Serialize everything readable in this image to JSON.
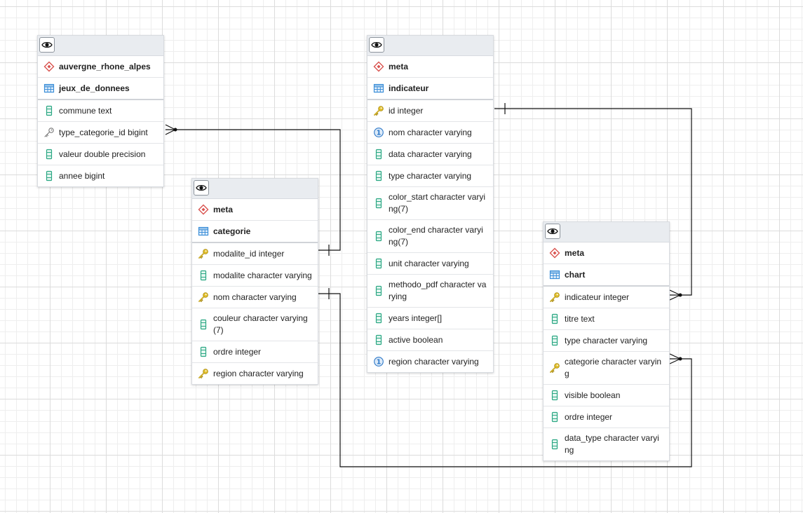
{
  "tables": [
    {
      "schema": "auvergne_rhone_alpes",
      "name": "jeux_de_donnees",
      "columns": [
        {
          "label": "commune text",
          "icon": "column-icon"
        },
        {
          "label": "type_categorie_id bigint",
          "icon": "foreign-key-icon"
        },
        {
          "label": "valeur double precision",
          "icon": "column-icon"
        },
        {
          "label": "annee bigint",
          "icon": "column-icon"
        }
      ]
    },
    {
      "schema": "meta",
      "name": "categorie",
      "columns": [
        {
          "label": "modalite_id integer",
          "icon": "primary-key-icon"
        },
        {
          "label": "modalite character varying",
          "icon": "column-icon"
        },
        {
          "label": "nom character varying",
          "icon": "primary-key-icon"
        },
        {
          "label": "couleur character varying (7)",
          "icon": "column-icon"
        },
        {
          "label": "ordre integer",
          "icon": "column-icon"
        },
        {
          "label": "region character varying",
          "icon": "primary-key-icon"
        }
      ]
    },
    {
      "schema": "meta",
      "name": "indicateur",
      "columns": [
        {
          "label": "id integer",
          "icon": "primary-key-icon"
        },
        {
          "label": "nom character varying",
          "icon": "unique-icon"
        },
        {
          "label": "data character varying",
          "icon": "column-icon"
        },
        {
          "label": "type character varying",
          "icon": "column-icon"
        },
        {
          "label": "color_start character varying(7)",
          "icon": "column-icon"
        },
        {
          "label": "color_end character varying(7)",
          "icon": "column-icon"
        },
        {
          "label": "unit character varying",
          "icon": "column-icon"
        },
        {
          "label": "methodo_pdf character varying",
          "icon": "column-icon"
        },
        {
          "label": "years integer[]",
          "icon": "column-icon"
        },
        {
          "label": "active boolean",
          "icon": "column-icon"
        },
        {
          "label": "region character varying",
          "icon": "unique-icon"
        }
      ]
    },
    {
      "schema": "meta",
      "name": "chart",
      "columns": [
        {
          "label": "indicateur integer",
          "icon": "primary-key-icon"
        },
        {
          "label": "titre text",
          "icon": "column-icon"
        },
        {
          "label": "type character varying",
          "icon": "column-icon"
        },
        {
          "label": "categorie character varying",
          "icon": "primary-key-icon"
        },
        {
          "label": "visible boolean",
          "icon": "column-icon"
        },
        {
          "label": "ordre integer",
          "icon": "column-icon"
        },
        {
          "label": "data_type character varying",
          "icon": "column-icon"
        }
      ]
    }
  ],
  "colors": {
    "schema_icon": "#d9534f",
    "table_icon": "#3b8ed8",
    "column_icon": "#2aa783",
    "primary_key_icon": "#e3c02c",
    "unique_icon": "#2d78c8",
    "link_line": "#111111"
  }
}
